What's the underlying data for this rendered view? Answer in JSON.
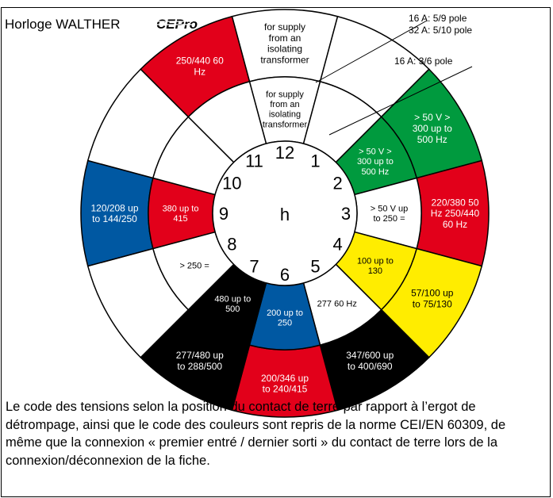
{
  "title": "Horloge WALTHER",
  "logo_text": "CEPro",
  "center_label": "h",
  "hours": [
    "12",
    "1",
    "2",
    "3",
    "4",
    "5",
    "6",
    "7",
    "8",
    "9",
    "10",
    "11"
  ],
  "outer_ring": [
    {
      "label": "for supply from an isolating transformer",
      "color": "#ffffff"
    },
    {
      "label": "",
      "color": "#ffffff"
    },
    {
      "label": "> 50 V > 300 up to 500 Hz",
      "color": "#009a3e"
    },
    {
      "label": "220/380 50 Hz 250/440 60 Hz",
      "color": "#e2001a"
    },
    {
      "label": "57/100 up to 75/130",
      "color": "#ffed00"
    },
    {
      "label": "347/600 up to 400/690",
      "color": "#000000"
    },
    {
      "label": "200/346 up to 240/415",
      "color": "#e2001a"
    },
    {
      "label": "277/480 up to 288/500",
      "color": "#000000"
    },
    {
      "label": "",
      "color": "#ffffff"
    },
    {
      "label": "120/208 up to 144/250",
      "color": "#0058a2"
    },
    {
      "label": "",
      "color": "#ffffff"
    },
    {
      "label": "250/440 60 Hz",
      "color": "#e2001a"
    }
  ],
  "inner_ring": [
    {
      "label": "for supply from an isolating transformer",
      "color": "#ffffff"
    },
    {
      "label": "",
      "color": "#ffffff"
    },
    {
      "label": "> 50 V > 300 up to 500 Hz",
      "color": "#009a3e"
    },
    {
      "label": "> 50 V up to 250 =",
      "color": "#ffffff"
    },
    {
      "label": "100 up to 130",
      "color": "#ffed00"
    },
    {
      "label": "277 60 Hz",
      "color": "#ffffff"
    },
    {
      "label": "200 up to 250",
      "color": "#0058a2"
    },
    {
      "label": "480 up to 500",
      "color": "#000000"
    },
    {
      "label": "> 250 =",
      "color": "#ffffff"
    },
    {
      "label": "380 up to 415",
      "color": "#e2001a"
    },
    {
      "label": "",
      "color": "#ffffff"
    },
    {
      "label": "",
      "color": "#ffffff"
    }
  ],
  "pole_notes": [
    "16 A: 5/9 pole",
    "32 A: 5/10 pole",
    "16 A: 3/6 pole"
  ],
  "caption": "Le code des tensions selon la position du contact de terre par rapport à l’ergot de détrompage, ainsi que le code des couleurs sont repris de la norme CEI/EN 60309, de même que la connexion « premier entré / dernier sorti » du contact de terre lors de la connexion/déconnexion de la fiche."
}
